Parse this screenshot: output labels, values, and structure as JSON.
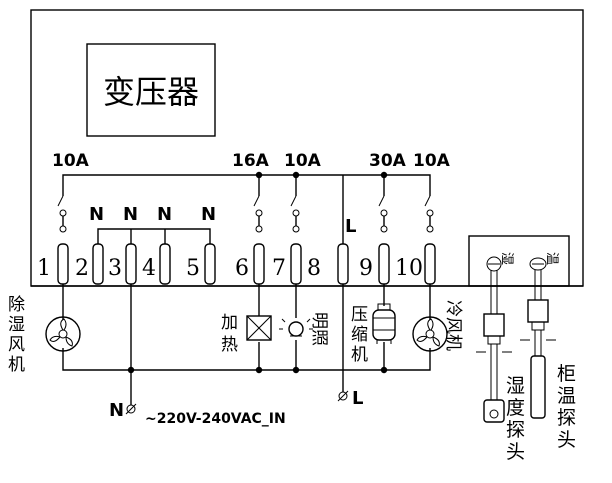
{
  "transformer": {
    "label": "变压器"
  },
  "ratings": {
    "fan_relay": "10A",
    "heater_relay": "16A",
    "light_relay": "10A",
    "compressor_relay": "30A",
    "cold_fan_relay": "10A"
  },
  "neutral_labels": [
    "N",
    "N",
    "N",
    "N"
  ],
  "line_label_top": "L",
  "terminals": [
    "1",
    "2",
    "3",
    "4",
    "5",
    "6",
    "7",
    "8",
    "9",
    "10"
  ],
  "loads": {
    "dehumidifier_fan": "除湿风机",
    "heater": "加热",
    "lighting": "明照",
    "compressor": "压缩机",
    "cold_fan": "冷风机"
  },
  "probes": {
    "humidity_connector": "湿",
    "temperature_connector": "温",
    "humidity_probe": "湿度探头",
    "temperature_probe": "柜温探头"
  },
  "power": {
    "neutral": "N",
    "line": "L",
    "input": "~220V-240VAC_IN"
  }
}
